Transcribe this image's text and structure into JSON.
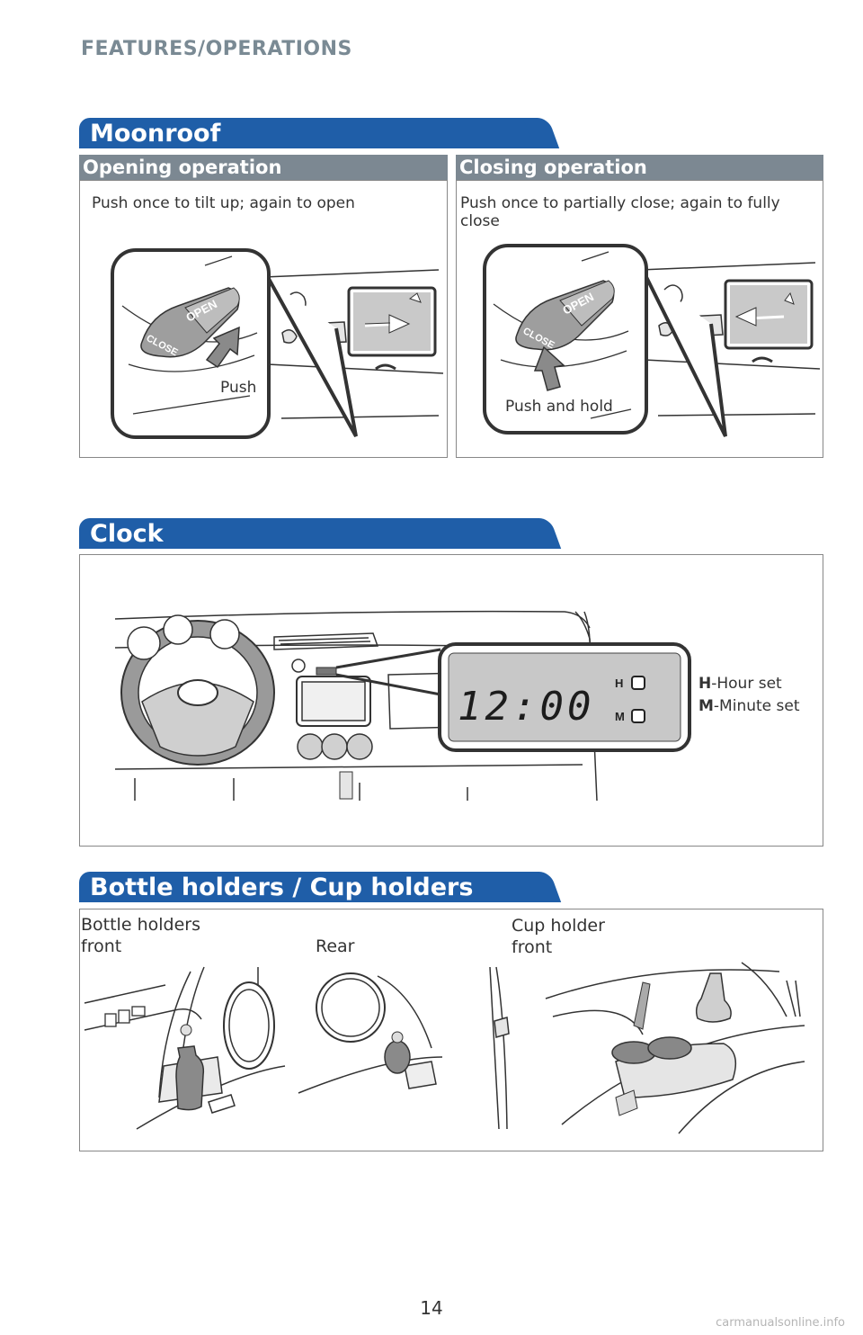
{
  "page": {
    "header": "FEATURES/OPERATIONS",
    "page_number": "14",
    "watermark": "carmanualsonline.info"
  },
  "moonroof": {
    "title": "Moonroof",
    "opening": {
      "heading": "Opening operation",
      "instruction": "Push once to tilt up; again to open",
      "callout": "Push",
      "switch_open": "OPEN",
      "switch_close": "CLOSE"
    },
    "closing": {
      "heading": "Closing operation",
      "instruction": "Push once to partially close; again to fully close",
      "callout": "Push and hold",
      "switch_open": "OPEN",
      "switch_close": "CLOSE"
    }
  },
  "clock": {
    "title": "Clock",
    "display_time": "12:00",
    "button_h": "H",
    "button_m": "M",
    "legend_h_key": "H",
    "legend_h_text": "-Hour set",
    "legend_m_key": "M",
    "legend_m_text": "-Minute set"
  },
  "holders": {
    "title": "Bottle holders / Cup holders",
    "bottle_front_line1": "Bottle holders",
    "bottle_front_line2": "front",
    "rear": "Rear",
    "cup_front_line1": "Cup holder",
    "cup_front_line2": "front"
  }
}
